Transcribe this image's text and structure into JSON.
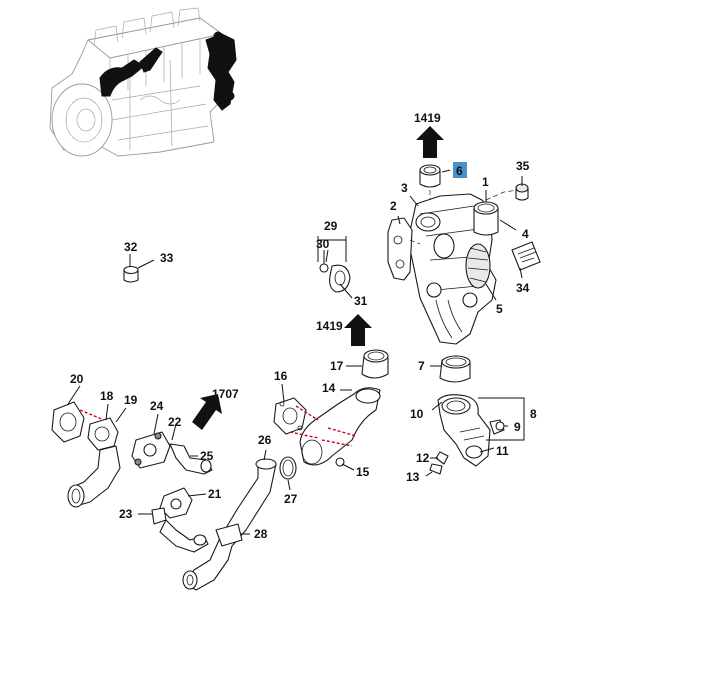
{
  "diagram": {
    "callouts": {
      "c1": "1",
      "c2": "2",
      "c3": "3",
      "c4": "4",
      "c5": "5",
      "c6": "6",
      "c7": "7",
      "c8": "8",
      "c9": "9",
      "c10": "10",
      "c11": "11",
      "c12": "12",
      "c13": "13",
      "c14": "14",
      "c15": "15",
      "c16": "16",
      "c17": "17",
      "c18": "18",
      "c19": "19",
      "c20": "20",
      "c21": "21",
      "c22": "22",
      "c23": "23",
      "c24": "24",
      "c25": "25",
      "c26": "26",
      "c27": "27",
      "c28": "28",
      "c29": "29",
      "c30": "30",
      "c31": "31",
      "c32": "32",
      "c33": "33",
      "c34": "34",
      "c35": "35"
    },
    "references": {
      "ref_top": "1419",
      "ref_mid": "1419",
      "ref_left": "1707"
    },
    "highlighted_callout": "6",
    "highlight_color": "#4a90c8",
    "leader_color": "#111111",
    "connection_color": "#d0021b"
  }
}
